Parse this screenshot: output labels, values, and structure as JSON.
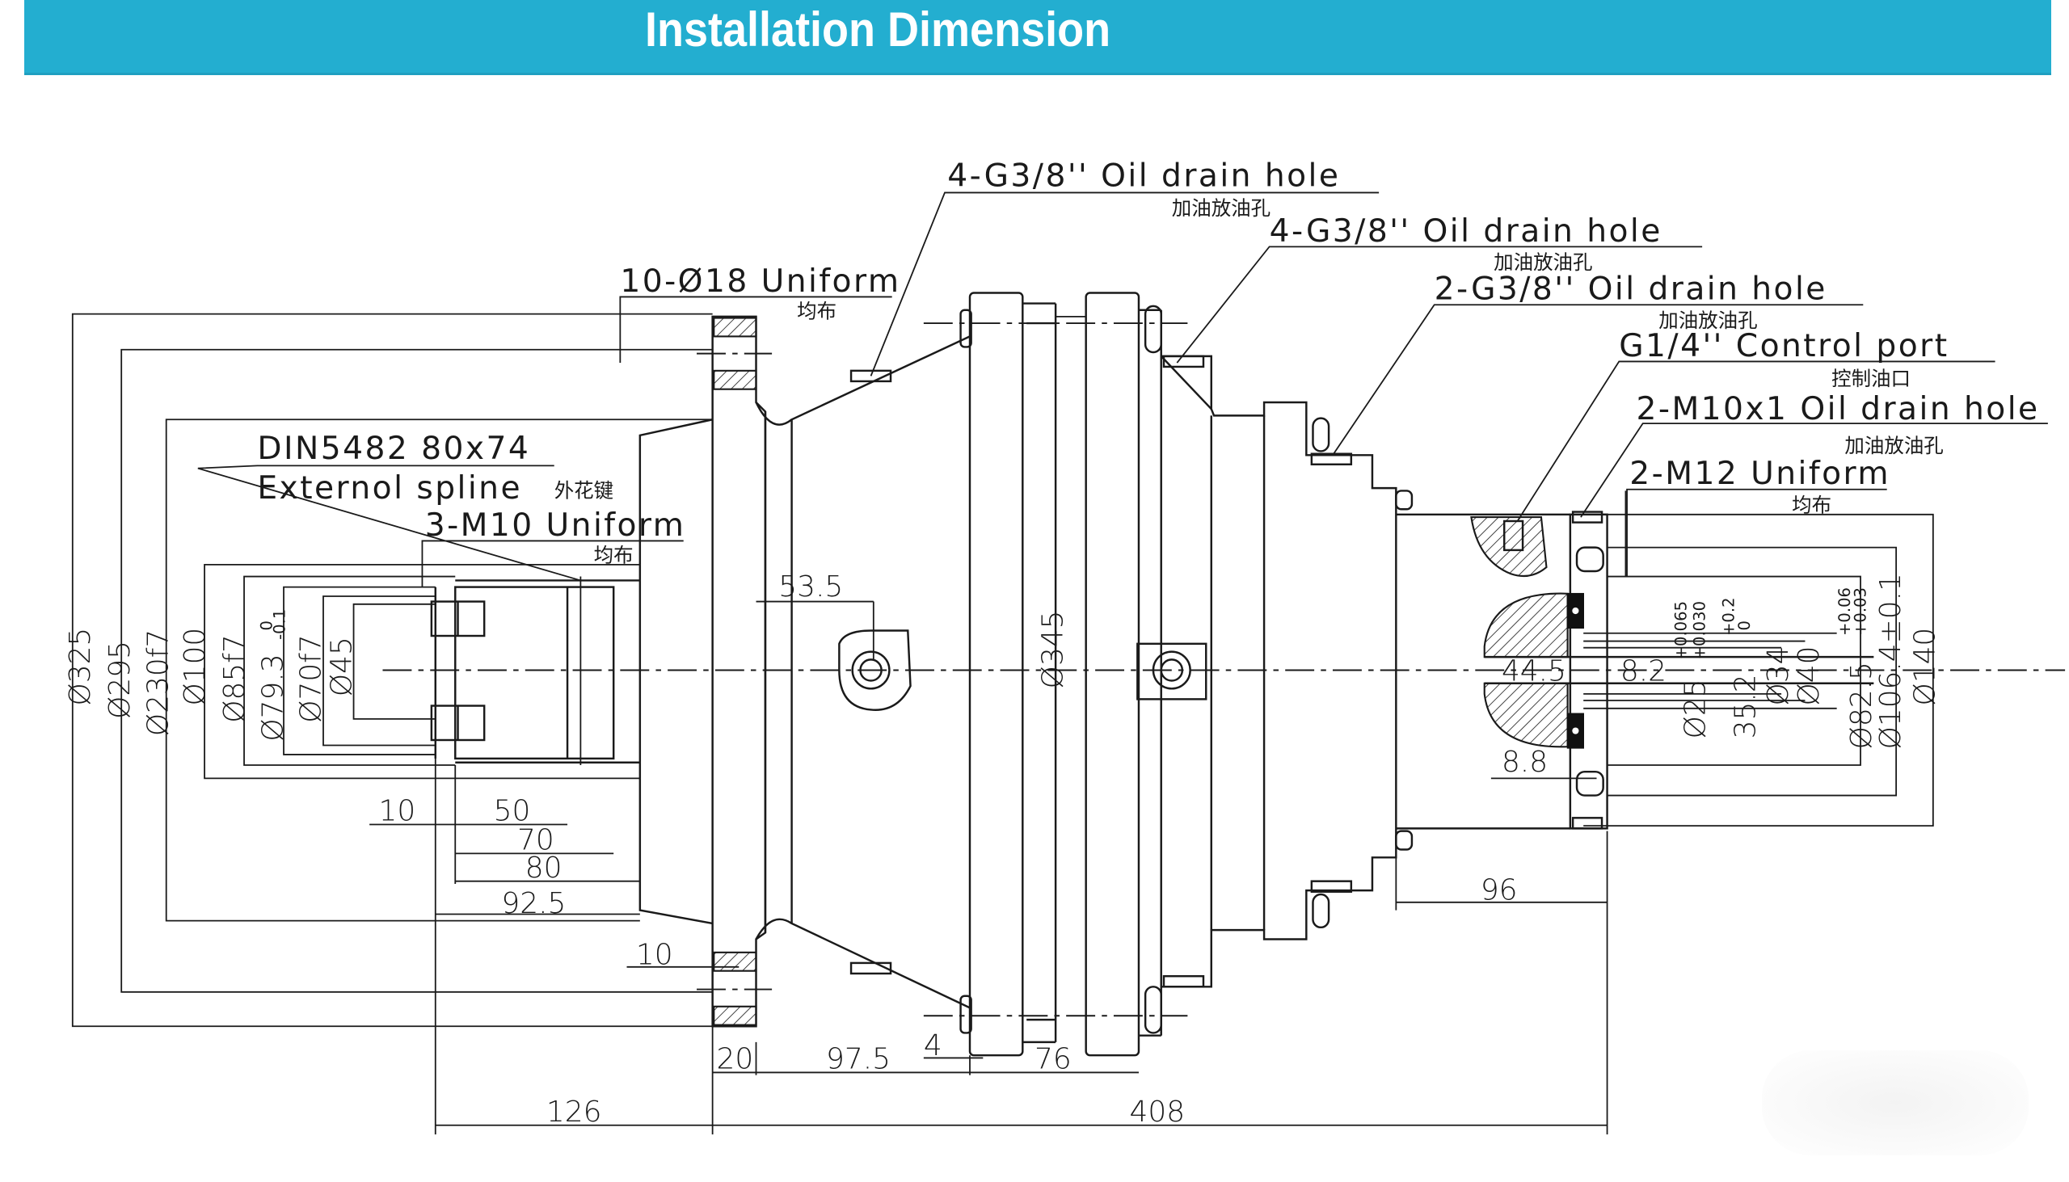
{
  "banner": {
    "title": "Installation Dimension",
    "background_color": "#23aed0",
    "text_color": "#ffffff"
  },
  "callouts": {
    "drain_hole_1": {
      "en": "4-G3/8'' Oil drain hole",
      "cn": "加油放油孔"
    },
    "drain_hole_2": {
      "en": "4-G3/8'' Oil drain hole",
      "cn": "加油放油孔"
    },
    "drain_hole_3": {
      "en": "2-G3/8'' Oil drain hole",
      "cn": "加油放油孔"
    },
    "control_port": {
      "en": "G1/4'' Control port",
      "cn": "控制油口"
    },
    "drain_hole_4": {
      "en": "2-M10x1 Oil drain hole",
      "cn": "加油放油孔"
    },
    "m12_uniform": {
      "en": "2-M12 Uniform",
      "cn": "均布"
    },
    "flange_holes": {
      "en": "10-Ø18 Uniform",
      "cn": "均布"
    },
    "spline_spec": {
      "line1": "DIN5482  80x74",
      "line2": "Externol spline",
      "cn": "外花键"
    },
    "m10_uniform": {
      "en": "3-M10 Uniform",
      "cn": "均布"
    }
  },
  "left_diameters": {
    "d325": "Ø325",
    "d295": "Ø295",
    "d230f7": "Ø230f7",
    "d100": "Ø100",
    "d85f7": "Ø85f7",
    "d79_3": "Ø79.3",
    "d79_3_tol_upper": "0",
    "d79_3_tol_lower": "-0.1",
    "d70f7": "Ø70f7",
    "d45": "Ø45"
  },
  "center_dims": {
    "d345": "Ø345",
    "len_53_5": "53.5"
  },
  "right_detail": {
    "len_44_5": "44.5",
    "len_8_2": "8.2",
    "d25": "Ø25",
    "d25_tol_upper": "+0.065",
    "d25_tol_lower": "+0.030",
    "len_35_2": "35.2",
    "len_35_2_tol_upper": "+0.2",
    "len_35_2_tol_lower": "0",
    "d34": "Ø34",
    "d40": "Ø40",
    "d82_5": "Ø82.5",
    "d82_5_tol_upper": "+0.06",
    "d82_5_tol_lower": "+0.03",
    "d106_4": "Ø106.4±0.1",
    "d140": "Ø140",
    "len_8_8": "8.8",
    "len_96": "96"
  },
  "bottom_dims": {
    "len_10_upper": "10",
    "len_50": "50",
    "len_70": "70",
    "len_80": "80",
    "len_92_5": "92.5",
    "len_10_lower": "10",
    "len_20": "20",
    "len_97_5": "97.5",
    "len_4": "4",
    "len_76": "76",
    "len_126": "126",
    "len_408": "408"
  }
}
